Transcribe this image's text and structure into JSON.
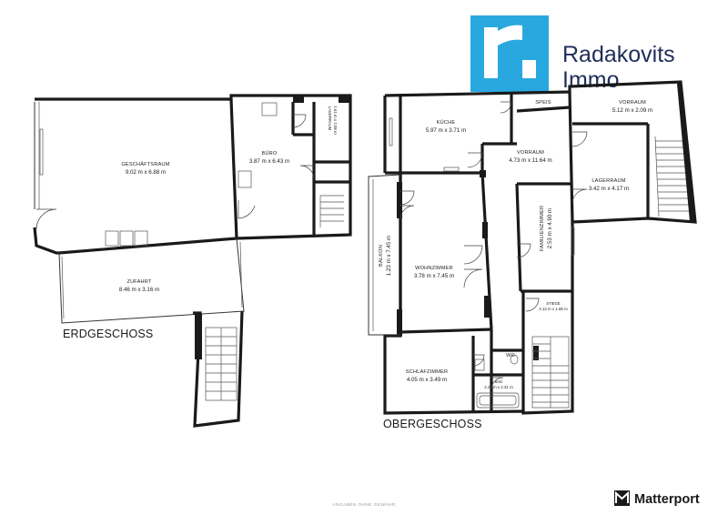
{
  "brand": {
    "logo_letter": "r",
    "line1": "Radakovits",
    "line2": "Immo",
    "color": "#29a8e0",
    "text_color": "#1f2f5a"
  },
  "floors": {
    "ground": "ERDGESCHOSS",
    "upper": "OBERGESCHOSS"
  },
  "rooms": {
    "geschaeftsraum": {
      "name": "GESCHÄFTSRAUM",
      "dims": "9.02 m x 6.88 m"
    },
    "buero": {
      "name": "BÜRO",
      "dims": "3.87 m x 6.43 m"
    },
    "lagerraum_small": {
      "name": "LAGERRAUM",
      "dims": "1.61 m x 2.08 m"
    },
    "zufahrt": {
      "name": "ZUFAHRT",
      "dims": "8.46 m x 3.16 m"
    },
    "kueche": {
      "name": "KÜCHE",
      "dims": "5.97 m x 3.71 m"
    },
    "speis": {
      "name": "SPEIS"
    },
    "vorraum_top": {
      "name": "VORRAUM",
      "dims": "5.12 m x 2.09 m"
    },
    "vorraum_mid": {
      "name": "VORRAUM",
      "dims": "4.73 m x 11.64 m"
    },
    "lagerraum": {
      "name": "LAGERRAUM",
      "dims": "3.42 m x 4.17 m"
    },
    "balkon": {
      "name": "BALKON",
      "dims": "1.23 m x 7.45 m"
    },
    "wohnzimmer": {
      "name": "WOHNZIMMER",
      "dims": "3.78 m x 7.45 m"
    },
    "familienzimmer": {
      "name": "FAMILIENZIMMER",
      "dims": "2.53 m x 4.90 m"
    },
    "stiege": {
      "name": "STIEGE",
      "dims": "2.12 m x 1.85 m"
    },
    "wc": {
      "name": "WC"
    },
    "schlafzimmer": {
      "name": "SCHLAFZIMMER",
      "dims": "4.05 m x 3.49 m"
    },
    "bad": {
      "name": "BAD",
      "dims": "2.22 m x 2.31 m"
    }
  },
  "disclaimer": "ANGABEN OHNE GEWÄHR",
  "watermark": "Matterport"
}
